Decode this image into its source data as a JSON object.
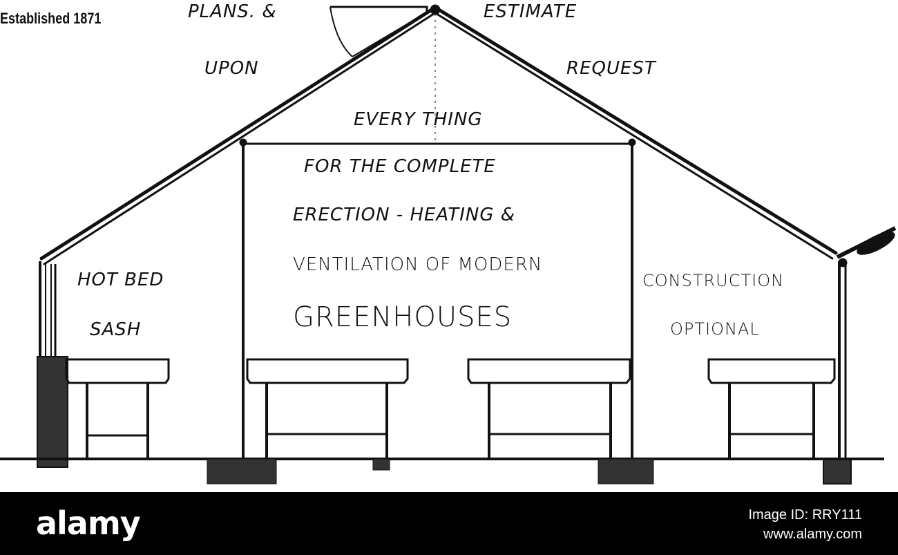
{
  "header": {
    "established": "Established 1871"
  },
  "labels": {
    "plans": "PLANS. &",
    "estimate": "ESTIMATE",
    "upon": "UPON",
    "request": "REQUEST",
    "everything": "EVERY THING",
    "for_complete": "FOR THE COMPLETE",
    "erection": "ERECTION - HEATING &",
    "ventilation": "VENTILATION OF MODERN",
    "greenhouses": "GREENHOUSES",
    "hot_bed": "HOT BED",
    "sash": "SASH",
    "construction": "CONSTRUCTION",
    "optional": "OPTIONAL"
  },
  "watermark": {
    "logo": "alamy",
    "image_id": "Image ID: RRY111",
    "url": "www.alamy.com"
  },
  "colors": {
    "ink": "#111111",
    "background": "#ffffff",
    "watermark_bar": "#000000"
  }
}
